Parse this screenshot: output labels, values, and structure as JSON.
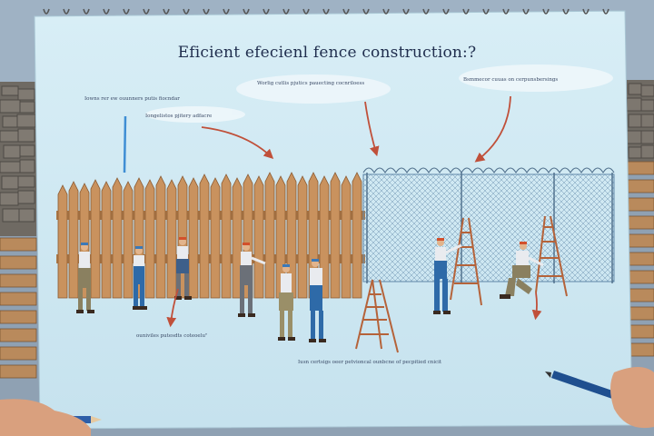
{
  "title": "Eficient efecienl fence construction:?",
  "labels": {
    "top_left": "Iowns rer ew ouunners putis fiocndar",
    "top_left_sub": "Iongelistos pjitery adfacre",
    "top_middle": "Worlig cutlis pjutics pauecting cocnriloess",
    "top_right": "Bsmmecor cuuas on cerpunsbersings",
    "bottom_left": "ouniviles putesdts coteoelu\"",
    "bottom_center": "Iusn certsigs oeer petvioncal ounbcne of pecpitied cnicit"
  },
  "colors": {
    "paper": "#cfe8f2",
    "wood": "#c9925e",
    "mesh": "#6a8fb0",
    "arrow": "#c0503a",
    "ladder": "#b5633a"
  }
}
